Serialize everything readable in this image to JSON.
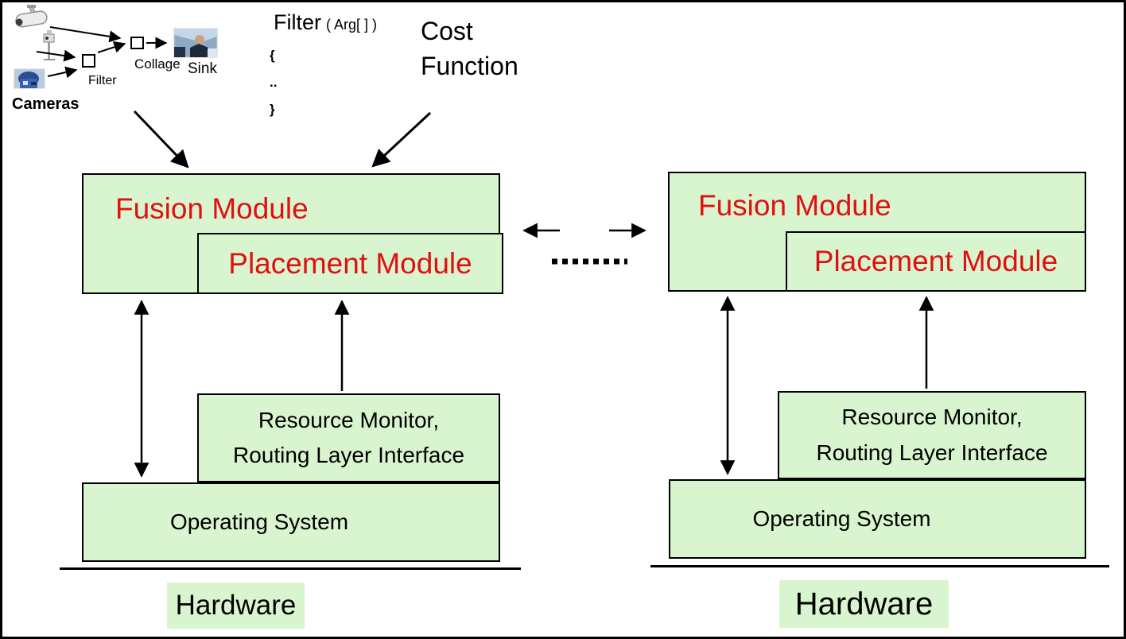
{
  "pipeline": {
    "cameras_label": "Cameras",
    "filter_label": "Filter",
    "collage_label": "Collage",
    "sink_label": "Sink"
  },
  "filter_snippet": {
    "name": "Filter",
    "args": "( Arg[ ] )",
    "brace_open": "{",
    "body": "..",
    "brace_close": "}"
  },
  "cost_function": {
    "line1": "Cost",
    "line2": "Function"
  },
  "modules": {
    "fusion": "Fusion Module",
    "placement": "Placement Module",
    "resource_line1": "Resource Monitor,",
    "resource_line2": "Routing Layer Interface",
    "os": "Operating System",
    "hardware": "Hardware"
  },
  "colors": {
    "box_fill": "#d9f5d0",
    "box_border": "#000000",
    "module_label_red": "#e01010",
    "text": "#000000",
    "background": "#ffffff"
  }
}
